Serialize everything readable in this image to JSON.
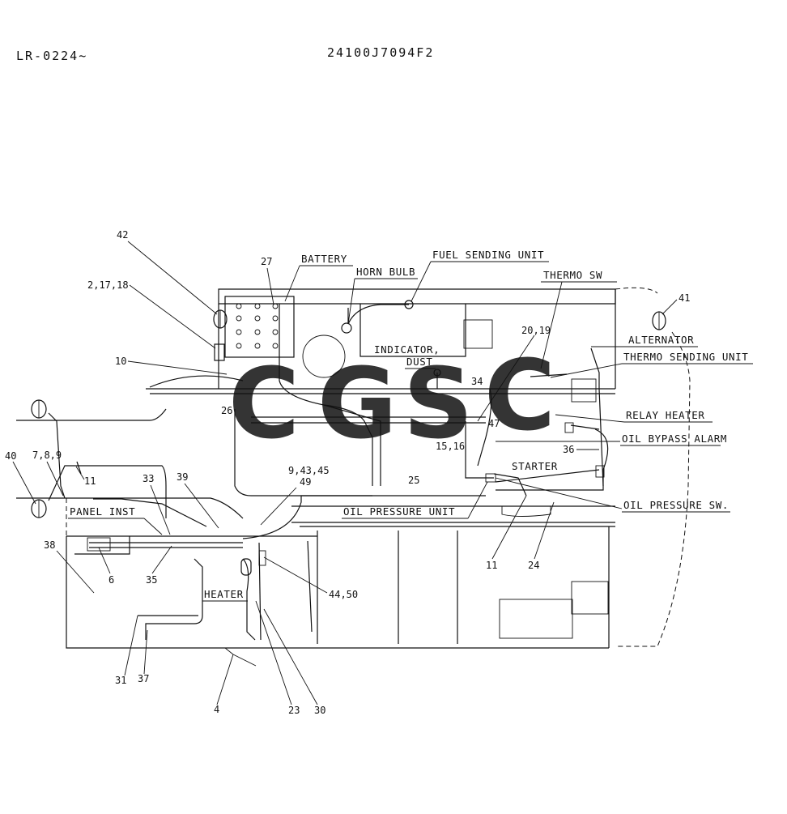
{
  "header": {
    "left_code": "LR-0224~",
    "part_number": "24100J7094F2"
  },
  "watermark": {
    "letters": [
      "C",
      "G",
      "S",
      "C"
    ],
    "colors": [
      "#4f8ff0",
      "#f28b82",
      "#f9d35a",
      "#55b48a"
    ]
  },
  "labels": {
    "battery": "BATTERY",
    "horn_bulb": "HORN BULB",
    "fuel_sending_unit": "FUEL SENDING UNIT",
    "thermo_sw": "THERMO SW",
    "alternator": "ALTERNATOR",
    "thermo_sending_unit": "THERMO SENDING UNIT",
    "indicator_dust_1": "INDICATOR,",
    "indicator_dust_2": "DUST",
    "relay_heater": "RELAY HEATER",
    "oil_bypass_alarm": "OIL BYPASS ALARM",
    "starter": "STARTER",
    "oil_pressure_sw": "OIL PRESSURE SW.",
    "oil_pressure_unit": "OIL PRESSURE UNIT",
    "panel_inst": "PANEL INST",
    "heater": "HEATER"
  },
  "callouts": {
    "c42": "42",
    "c27": "27",
    "c2_17_18": "2,17,18",
    "c10": "10",
    "c26": "26",
    "c41": "41",
    "c20_19": "20,19",
    "c34": "34",
    "c15_16": "15,16",
    "c47": "47",
    "c36": "36",
    "c40": "40",
    "c7_8_9": "7,8,9",
    "c11a": "11",
    "c33": "33",
    "c39": "39",
    "c9_43_45": "9,43,45",
    "c49": "49",
    "c25": "25",
    "c38": "38",
    "c6": "6",
    "c35": "35",
    "c44_50": "44,50",
    "c11b": "11",
    "c24": "24",
    "c31": "31",
    "c37": "37",
    "c4": "4",
    "c23": "23",
    "c30": "30"
  }
}
